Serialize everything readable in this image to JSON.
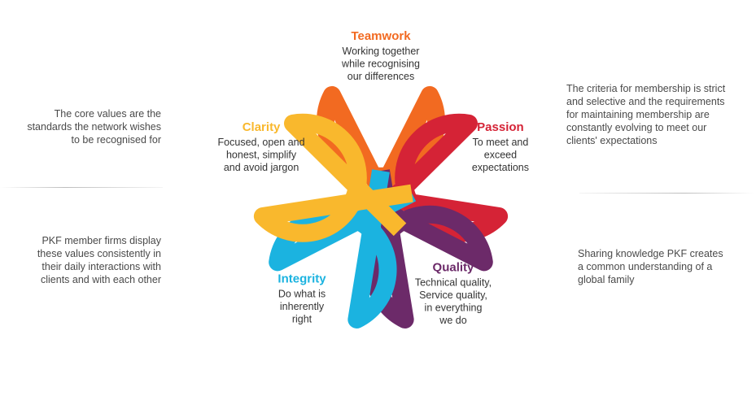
{
  "values": [
    {
      "key": "teamwork",
      "title": "Teamwork",
      "lines": [
        "Working together",
        "while recognising",
        "our differences"
      ],
      "color": "#F26A21"
    },
    {
      "key": "passion",
      "title": "Passion",
      "lines": [
        "To meet and",
        "exceed",
        "expectations"
      ],
      "color": "#D52336"
    },
    {
      "key": "quality",
      "title": "Quality",
      "lines": [
        "Technical quality,",
        "Service quality,",
        "in everything",
        "we do"
      ],
      "color": "#6C2A69"
    },
    {
      "key": "integrity",
      "title": "Integrity",
      "lines": [
        "Do what is",
        "inherently",
        "right"
      ],
      "color": "#1BB3E0"
    },
    {
      "key": "clarity",
      "title": "Clarity",
      "lines": [
        "Focused, open and",
        "honest, simplify",
        "and avoid jargon"
      ],
      "color": "#F9B82D"
    }
  ],
  "notes": {
    "top_left": [
      "The core values are the",
      "standards the network wishes",
      "to be recognised for"
    ],
    "bottom_left": [
      "PKF member firms display",
      "these values consistently in",
      "their daily interactions with",
      "clients and with each other"
    ],
    "top_right": [
      "The criteria for membership is strict",
      "and selective and the requirements",
      "for maintaining membership are",
      "constantly evolving to meet our",
      "clients' expectations"
    ],
    "bottom_right": [
      "Sharing knowledge PKF creates",
      "a common understanding of a",
      "global family"
    ]
  }
}
